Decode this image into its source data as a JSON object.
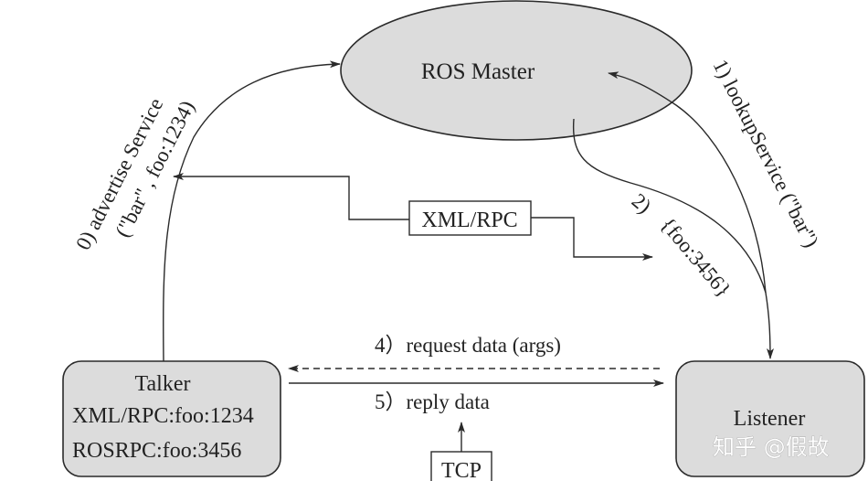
{
  "diagram": {
    "nodes": {
      "master": {
        "label": "ROS Master"
      },
      "talker": {
        "label": "Talker",
        "lines": [
          "XML/RPC:foo:1234",
          "ROSRPC:foo:3456"
        ]
      },
      "listener": {
        "label": "Listener"
      }
    },
    "protocol_boxes": {
      "xmlrpc": "XML/RPC",
      "tcp": "TCP"
    },
    "edges": {
      "advertise": {
        "step": "0)",
        "line1": "0)  advertise Service",
        "line2": "(\"bar\" , foo:1234)"
      },
      "lookup": {
        "step": "1)",
        "text": "1)  lookupService (\"bar\")"
      },
      "reply_uri": {
        "step": "2)",
        "step_label": "2)",
        "text": "{foo:3456}"
      },
      "request": {
        "step": "4)",
        "text": "4）request data (args)"
      },
      "reply": {
        "step": "5)",
        "text": "5）reply data"
      }
    },
    "colors": {
      "node_fill": "#dcdcdc",
      "stroke": "#2a2a2a",
      "text": "#222222",
      "background": "#ffffff"
    },
    "watermark": "知乎 @假故"
  }
}
